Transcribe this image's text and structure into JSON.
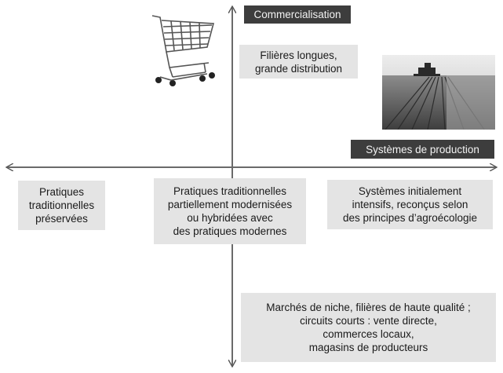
{
  "axis_labels": {
    "vertical": "Commercialisation",
    "horizontal": "Systèmes de production"
  },
  "boxes": {
    "top_right": "Filières longues,\ngrande distribution",
    "left": "Pratiques\ntraditionnelles\npréservées",
    "center": "Pratiques traditionnelles\npartiellement modernisées\nou hybridées avec\ndes pratiques modernes",
    "right": "Systèmes initialement\nintensifs, reconçus selon\ndes principes d’agroécologie",
    "bottom": "Marchés de niche, filières de haute qualité ;\ncircuits courts : vente directe,\ncommerces locaux,\nmagasins de producteurs"
  },
  "icons": {
    "cart": "shopping-cart-icon",
    "field": "harvester-field-photo"
  }
}
